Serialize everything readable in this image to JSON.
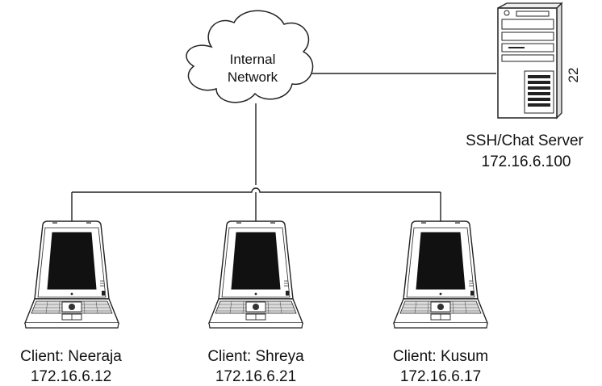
{
  "cloud": {
    "line1": "Internal",
    "line2": "Network"
  },
  "server": {
    "name": "SSH/Chat Server",
    "ip": "172.16.6.100",
    "port": "22"
  },
  "clients": [
    {
      "name": "Client: Neeraja",
      "ip": "172.16.6.12"
    },
    {
      "name": "Client: Shreya",
      "ip": "172.16.6.21"
    },
    {
      "name": "Client: Kusum",
      "ip": "172.16.6.17"
    }
  ]
}
